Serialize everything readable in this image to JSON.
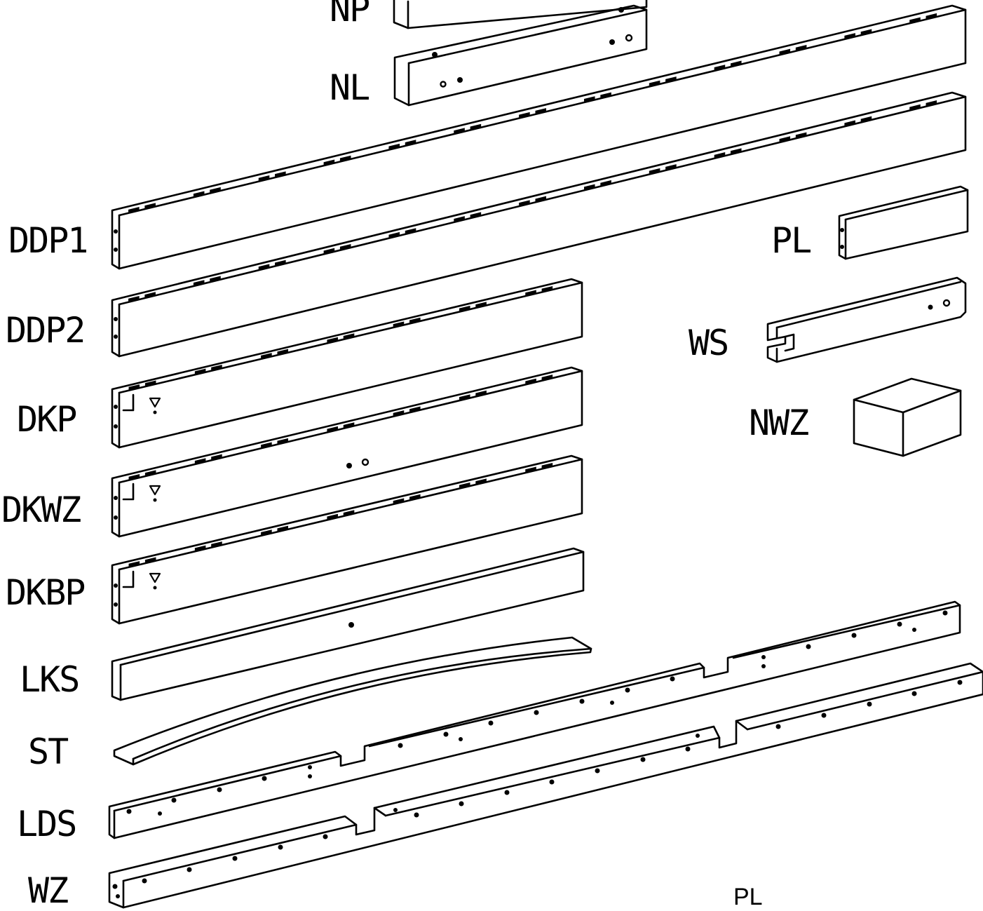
{
  "parts": [
    {
      "id": "np",
      "label": "NP"
    },
    {
      "id": "nl",
      "label": "NL"
    },
    {
      "id": "ddp1",
      "label": "DDP1"
    },
    {
      "id": "ddp2",
      "label": "DDP2"
    },
    {
      "id": "dkp",
      "label": "DKP"
    },
    {
      "id": "dkwz",
      "label": "DKWZ"
    },
    {
      "id": "dkbp",
      "label": "DKBP"
    },
    {
      "id": "lks",
      "label": "LKS"
    },
    {
      "id": "st",
      "label": "ST"
    },
    {
      "id": "lds",
      "label": "LDS"
    },
    {
      "id": "wz",
      "label": "WZ"
    },
    {
      "id": "pl",
      "label": "PL"
    },
    {
      "id": "ws",
      "label": "WS"
    },
    {
      "id": "nwz",
      "label": "NWZ"
    }
  ],
  "footer_label": "PL",
  "colors": {
    "line": "#000000",
    "axis_marker": "#3a3ad6",
    "background": "#ffffff"
  }
}
